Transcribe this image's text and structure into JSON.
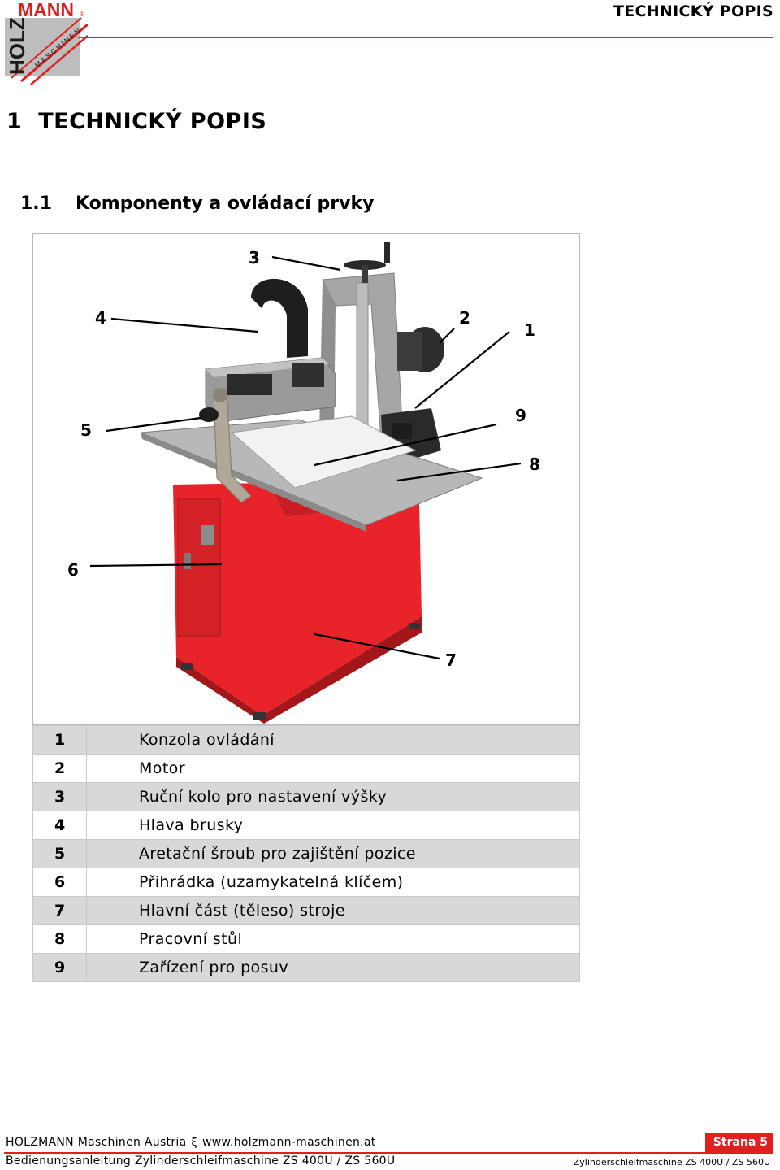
{
  "header": {
    "title": "TECHNICKÝ POPIS"
  },
  "logo": {
    "brand_top": "MANN",
    "brand_side": "HOLZ",
    "brand_sub": "MASCHINEN",
    "trademark": "®"
  },
  "section": {
    "number": "1",
    "title": "TECHNICKÝ POPIS"
  },
  "subsection": {
    "number": "1.1",
    "title": "Komponenty a ovládací prvky"
  },
  "figure": {
    "callouts": [
      {
        "label": "3"
      },
      {
        "label": "4"
      },
      {
        "label": "2"
      },
      {
        "label": "1"
      },
      {
        "label": "5"
      },
      {
        "label": "9"
      },
      {
        "label": "8"
      },
      {
        "label": "6"
      },
      {
        "label": "7"
      }
    ]
  },
  "legend": [
    {
      "num": "1",
      "text": "Konzola ovládání"
    },
    {
      "num": "2",
      "text": "Motor"
    },
    {
      "num": "3",
      "text": "Ruční kolo pro nastavení výšky"
    },
    {
      "num": "4",
      "text": "Hlava brusky"
    },
    {
      "num": "5",
      "text": "Aretační šroub pro zajištění pozice"
    },
    {
      "num": "6",
      "text": "Přihrádka (uzamykatelná klíčem)"
    },
    {
      "num": "7",
      "text": "Hlavní část (těleso) stroje"
    },
    {
      "num": "8",
      "text": "Pracovní stůl"
    },
    {
      "num": "9",
      "text": "Zařízení pro posuv"
    }
  ],
  "footer": {
    "company": "HOLZMANN Maschinen Austria",
    "separator": "ξ",
    "website": "www.holzmann-maschinen.at",
    "page": "Strana 5",
    "manual": "Bedienungsanleitung Zylinderschleifmaschine ZS 400U / ZS 560U",
    "model": "Zylinderschleifmaschine ZS 400U / ZS 560U"
  },
  "colors": {
    "brand_red": "#e0201e",
    "machine_red": "#e8242a",
    "table_shade": "#d8d8d8"
  }
}
